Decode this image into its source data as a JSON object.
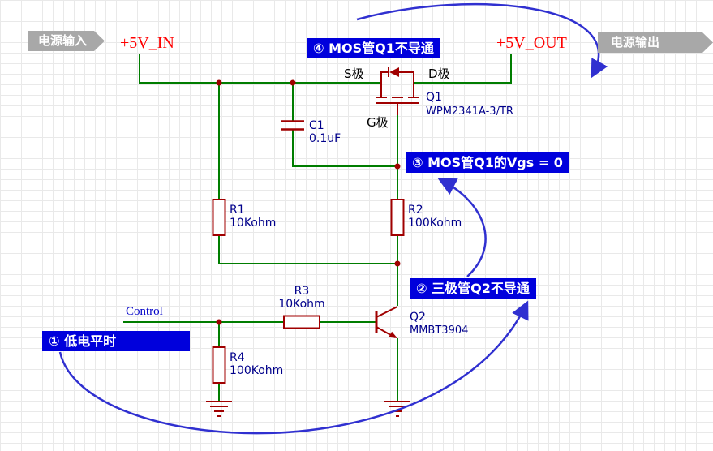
{
  "banners": {
    "input": "电源输入",
    "output": "电源输出"
  },
  "nets": {
    "vin": "+5V_IN",
    "vout": "+5V_OUT",
    "control": "Control"
  },
  "annotations": {
    "step1": "① 低电平时",
    "step2": "② 三极管Q2不导通",
    "step3": "③ MOS管Q1的Vgs = 0",
    "step4": "④ MOS管Q1不导通"
  },
  "components": {
    "q1": {
      "designator": "Q1",
      "part": "WPM2341A-3/TR",
      "pin_source": "S极",
      "pin_drain": "D极",
      "pin_gate": "G极"
    },
    "q2": {
      "designator": "Q2",
      "part": "MMBT3904"
    },
    "c1": {
      "designator": "C1",
      "value": "0.1uF"
    },
    "r1": {
      "designator": "R1",
      "value": "10Kohm"
    },
    "r2": {
      "designator": "R2",
      "value": "100Kohm"
    },
    "r3": {
      "designator": "R3",
      "value": "10Kohm"
    },
    "r4": {
      "designator": "R4",
      "value": "100Kohm"
    }
  },
  "colors": {
    "wire_green": "#007D00",
    "symbol_dark_red": "#A00000",
    "net_label_red": "#FF0000",
    "designator_blue": "#00008B",
    "callout_blue": "#0000DC",
    "arrow_blue": "#3030D0",
    "banner_gray": "#A8A8A8"
  }
}
